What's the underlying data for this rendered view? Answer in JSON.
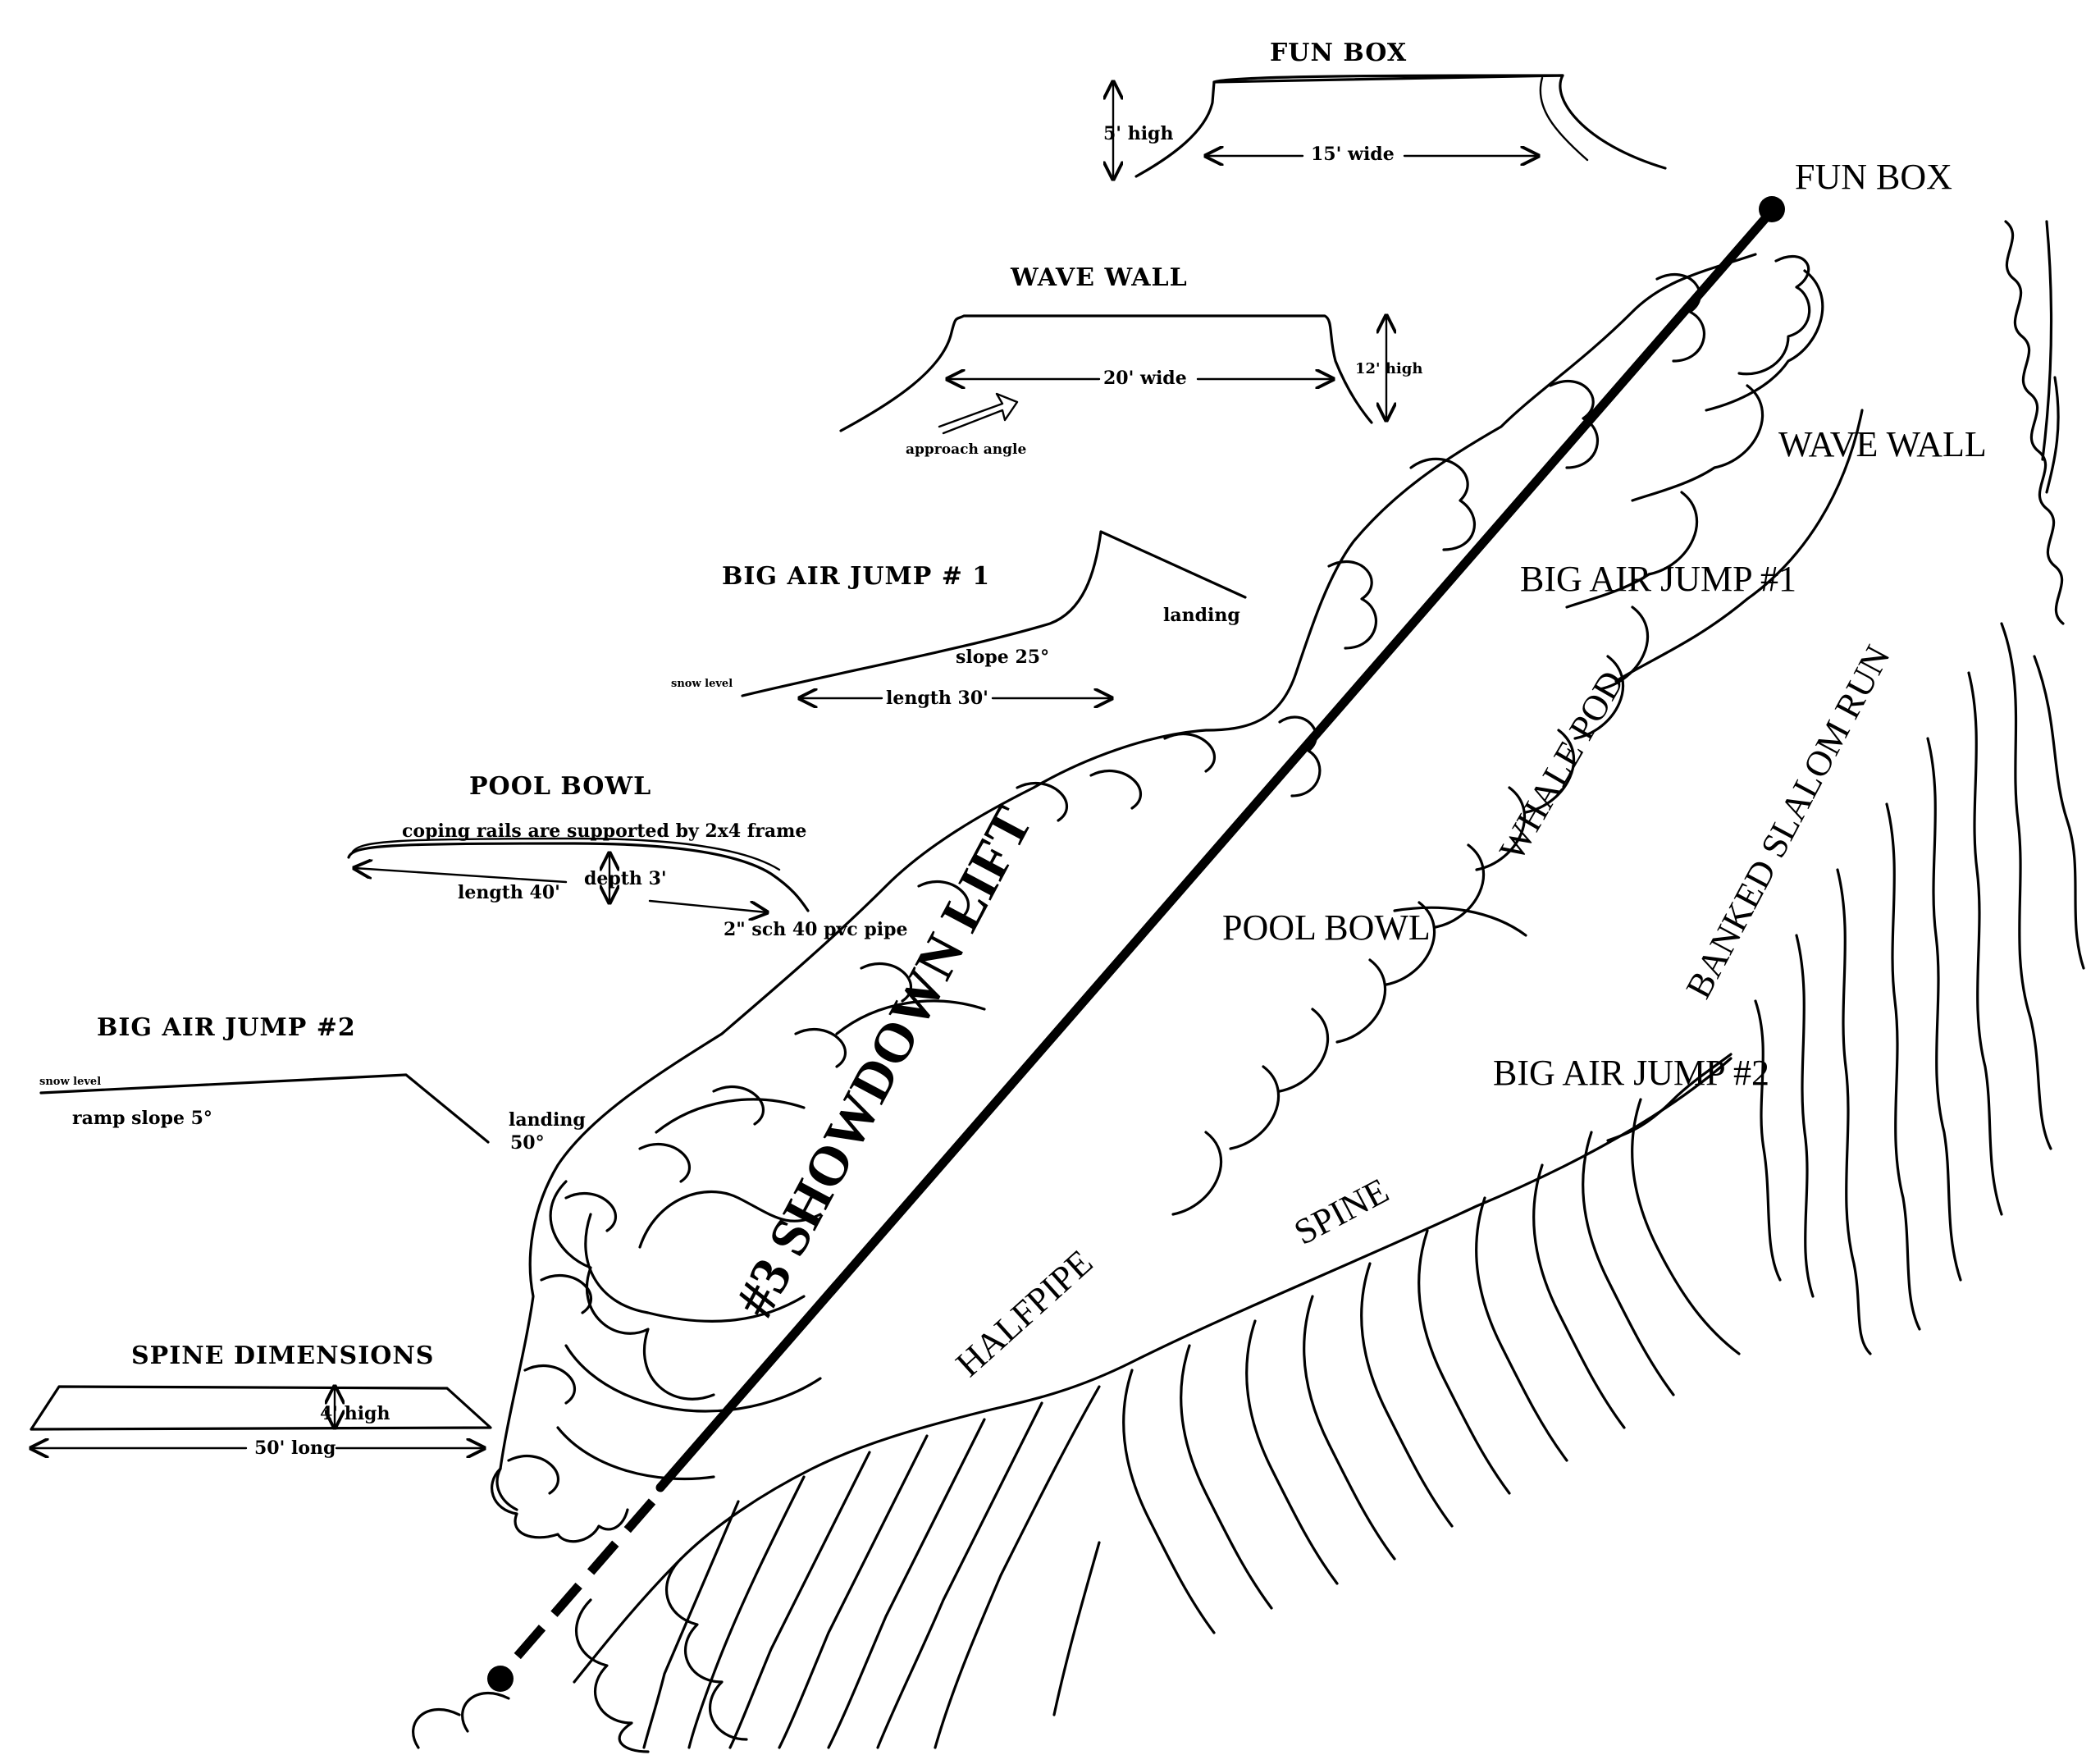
{
  "feature_drawings": {
    "fun_box": {
      "title": "FUN BOX",
      "height": "5' high",
      "width": "15' wide"
    },
    "wave_wall": {
      "title": "WAVE WALL",
      "width": "20' wide",
      "height": "12' high",
      "approach": "approach angle"
    },
    "big_air_jump_1": {
      "title": "BIG AIR JUMP # 1",
      "landing": "landing",
      "slope": "slope 25°",
      "length": "length 30'",
      "snow": "snow level"
    },
    "pool_bowl": {
      "title": "POOL BOWL",
      "coping": "coping rails are supported by 2x4 frame",
      "length": "length 40'",
      "depth": "depth 3'",
      "pipe": "2\" sch 40 pvc pipe"
    },
    "big_air_jump_2": {
      "title": "BIG AIR JUMP #2",
      "snow": "snow level",
      "ramp_slope": "ramp slope 5°",
      "landing": "landing",
      "landing_angle": "50°"
    },
    "spine": {
      "title": "SPINE DIMENSIONS",
      "height": "4' high",
      "length": "50' long"
    }
  },
  "map_labels": {
    "fun_box": "FUN BOX",
    "wave_wall": "WAVE WALL",
    "big_air_1": "BIG AIR JUMP #1",
    "whale_pod": "WHALE POD",
    "banked_slalom": "BANKED SLALOM RUN",
    "pool_bowl": "POOL BOWL",
    "big_air_2": "BIG AIR JUMP #2",
    "spine": "SPINE",
    "halfpipe": "HALFPIPE",
    "lift": "#3 SHOWDOWN LIFT"
  }
}
